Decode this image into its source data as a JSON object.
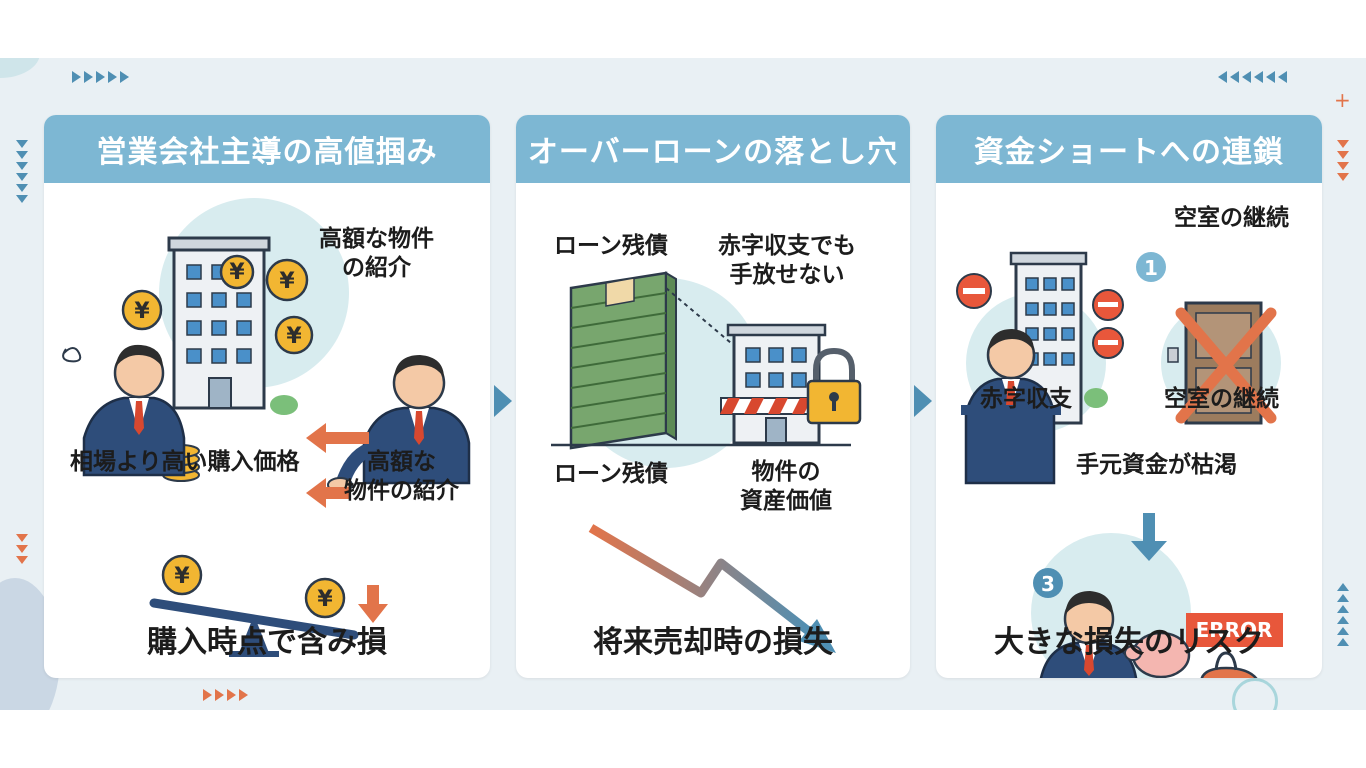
{
  "panels": [
    {
      "title": "営業会社主導の高値掴み",
      "labels": {
        "property_intro_top": "高額な物件\nの紹介",
        "above_market": "相場より高い購入価格",
        "property_intro_bottom": "高額な\n物件の紹介",
        "footer": "購入時点で含み損"
      },
      "yen_symbol": "¥"
    },
    {
      "title": "オーバーローンの落とし穴",
      "labels": {
        "loan_balance_top": "ローン残債",
        "deficit_cant_sell": "赤字収支でも\n手放せない",
        "loan_balance_bottom": "ローン残債",
        "asset_value": "物件の\n資産価値",
        "footer": "将来売却時の損失"
      }
    },
    {
      "title": "資金ショートへの連鎖",
      "labels": {
        "step1_num": "1",
        "step1": "空室の継続",
        "deficit": "赤字収支",
        "vacancy": "空室の継続",
        "step3_num": "3",
        "step3": "手元資金が枯渇",
        "error": "ERROR",
        "footer": "大きな損失のリスク"
      }
    }
  ],
  "colors": {
    "header": "#7db7d3",
    "accent_blue": "#4f8fb3",
    "accent_orange": "#e2744a",
    "coin": "#f2b632",
    "minus_red": "#e8573b"
  }
}
